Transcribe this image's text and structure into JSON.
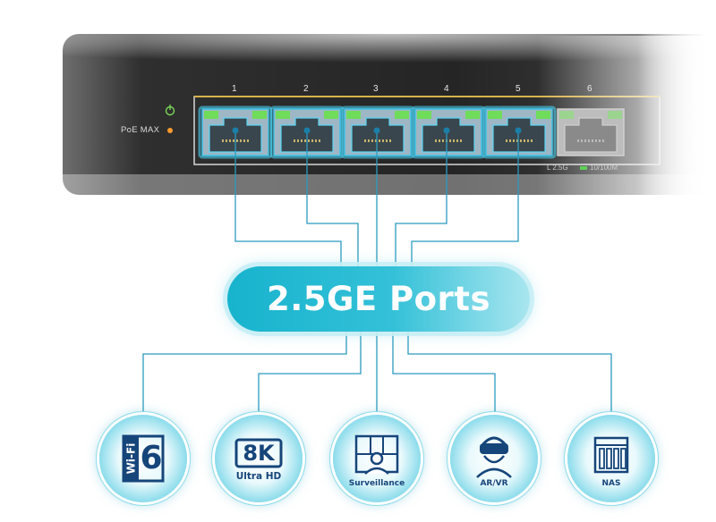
{
  "headline": "2.5GE Ports",
  "switch": {
    "port_numbers": [
      "1",
      "2",
      "3",
      "4",
      "5",
      "6"
    ],
    "poe_label": "PoE MAX",
    "legend_text": "L  2.5G",
    "legend_text2": "10/100M"
  },
  "devices": [
    {
      "id": "wifi6",
      "label": "",
      "icon": "wifi6-icon",
      "text_a": "Wi-Fi",
      "text_b": "6"
    },
    {
      "id": "8k",
      "label": "Ultra HD",
      "icon": "8k-icon",
      "text_a": "8K"
    },
    {
      "id": "surveillance",
      "label": "Surveillance",
      "icon": "surveillance-icon"
    },
    {
      "id": "arvr",
      "label": "AR/VR",
      "icon": "vr-headset-icon"
    },
    {
      "id": "nas",
      "label": "NAS",
      "icon": "nas-icon"
    }
  ],
  "colors": {
    "accent": "#1fb2cc",
    "line": "#2b9bbf",
    "device_label": "#16457a",
    "switch_body": "#2a2a2a",
    "port_glow": "#4ad0f0",
    "led": "#6fdc5a"
  }
}
